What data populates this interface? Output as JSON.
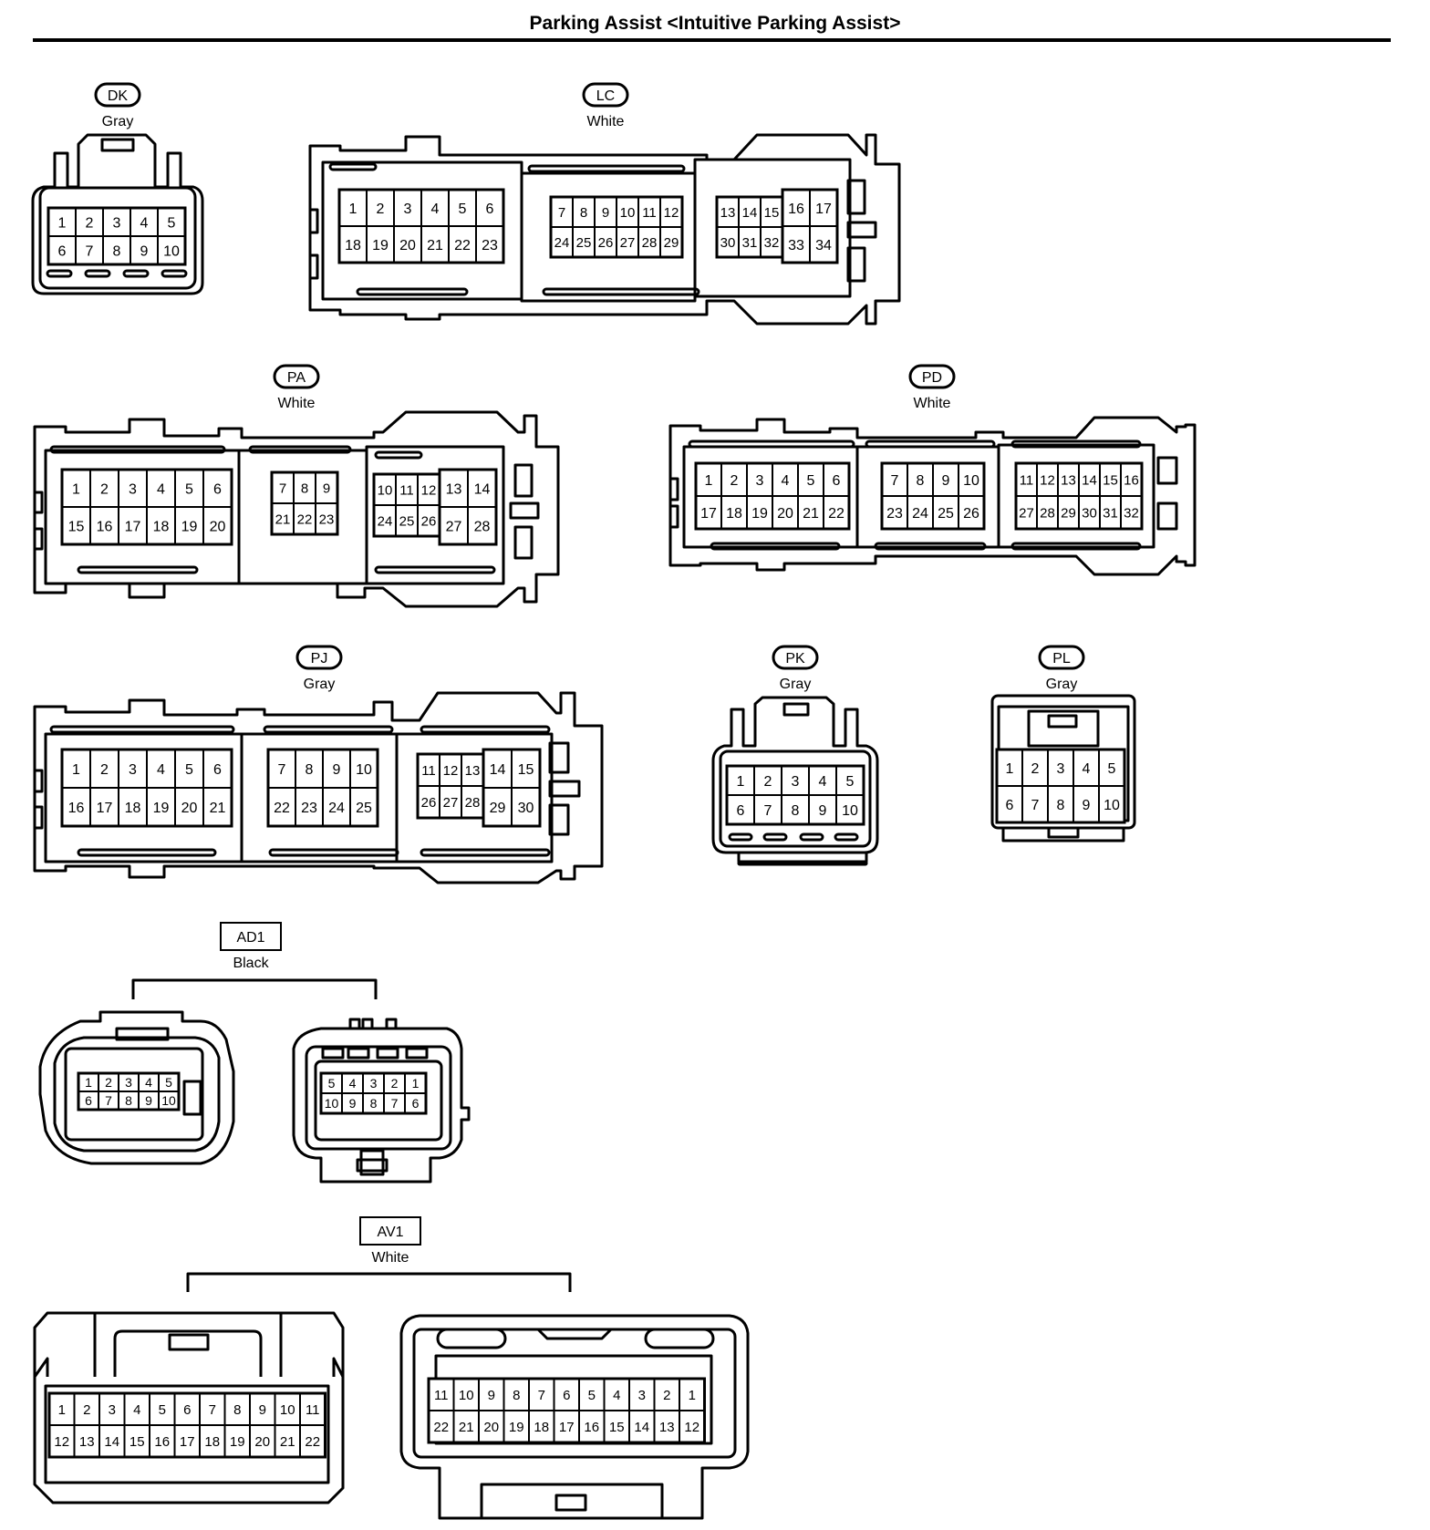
{
  "title": "Parking Assist <Intuitive Parking Assist>",
  "connectors": {
    "DK": {
      "code": "DK",
      "color": "Gray"
    },
    "LC": {
      "code": "LC",
      "color": "White"
    },
    "PA": {
      "code": "PA",
      "color": "White"
    },
    "PD": {
      "code": "PD",
      "color": "White"
    },
    "PJ": {
      "code": "PJ",
      "color": "Gray"
    },
    "PK": {
      "code": "PK",
      "color": "Gray"
    },
    "PL": {
      "code": "PL",
      "color": "Gray"
    },
    "AD1": {
      "code": "AD1",
      "color": "Black"
    },
    "AV1": {
      "code": "AV1",
      "color": "White"
    }
  },
  "pin_blocks": {
    "DK": [
      [
        "1",
        "2",
        "3",
        "4",
        "5"
      ],
      [
        "6",
        "7",
        "8",
        "9",
        "10"
      ]
    ],
    "LC_a": [
      [
        "1",
        "2",
        "3",
        "4",
        "5",
        "6"
      ],
      [
        "18",
        "19",
        "20",
        "21",
        "22",
        "23"
      ]
    ],
    "LC_b": [
      [
        "7",
        "8",
        "9",
        "10",
        "11",
        "12"
      ],
      [
        "24",
        "25",
        "26",
        "27",
        "28",
        "29"
      ]
    ],
    "LC_c": [
      [
        "13",
        "14",
        "15"
      ],
      [
        "30",
        "31",
        "32"
      ]
    ],
    "LC_d": [
      [
        "16",
        "17"
      ],
      [
        "33",
        "34"
      ]
    ],
    "PA_a": [
      [
        "1",
        "2",
        "3",
        "4",
        "5",
        "6"
      ],
      [
        "15",
        "16",
        "17",
        "18",
        "19",
        "20"
      ]
    ],
    "PA_b": [
      [
        "7",
        "8",
        "9"
      ],
      [
        "21",
        "22",
        "23"
      ]
    ],
    "PA_c": [
      [
        "10",
        "11",
        "12"
      ],
      [
        "24",
        "25",
        "26"
      ]
    ],
    "PA_d": [
      [
        "13",
        "14"
      ],
      [
        "27",
        "28"
      ]
    ],
    "PD_a": [
      [
        "1",
        "2",
        "3",
        "4",
        "5",
        "6"
      ],
      [
        "17",
        "18",
        "19",
        "20",
        "21",
        "22"
      ]
    ],
    "PD_b": [
      [
        "7",
        "8",
        "9",
        "10"
      ],
      [
        "23",
        "24",
        "25",
        "26"
      ]
    ],
    "PD_c": [
      [
        "11",
        "12",
        "13",
        "14",
        "15",
        "16"
      ],
      [
        "27",
        "28",
        "29",
        "30",
        "31",
        "32"
      ]
    ],
    "PJ_a": [
      [
        "1",
        "2",
        "3",
        "4",
        "5",
        "6"
      ],
      [
        "16",
        "17",
        "18",
        "19",
        "20",
        "21"
      ]
    ],
    "PJ_b": [
      [
        "7",
        "8",
        "9",
        "10"
      ],
      [
        "22",
        "23",
        "24",
        "25"
      ]
    ],
    "PJ_c": [
      [
        "11",
        "12",
        "13"
      ],
      [
        "26",
        "27",
        "28"
      ]
    ],
    "PJ_d": [
      [
        "14",
        "15"
      ],
      [
        "29",
        "30"
      ]
    ],
    "PK": [
      [
        "1",
        "2",
        "3",
        "4",
        "5"
      ],
      [
        "6",
        "7",
        "8",
        "9",
        "10"
      ]
    ],
    "PL": [
      [
        "1",
        "2",
        "3",
        "4",
        "5"
      ],
      [
        "6",
        "7",
        "8",
        "9",
        "10"
      ]
    ],
    "AD1_a": [
      [
        "1",
        "2",
        "3",
        "4",
        "5"
      ],
      [
        "6",
        "7",
        "8",
        "9",
        "10"
      ]
    ],
    "AD1_b": [
      [
        "5",
        "4",
        "3",
        "2",
        "1"
      ],
      [
        "10",
        "9",
        "8",
        "7",
        "6"
      ]
    ],
    "AV1_a": [
      [
        "1",
        "2",
        "3",
        "4",
        "5",
        "6",
        "7",
        "8",
        "9",
        "10",
        "11"
      ],
      [
        "12",
        "13",
        "14",
        "15",
        "16",
        "17",
        "18",
        "19",
        "20",
        "21",
        "22"
      ]
    ],
    "AV1_b": [
      [
        "11",
        "10",
        "9",
        "8",
        "7",
        "6",
        "5",
        "4",
        "3",
        "2",
        "1"
      ],
      [
        "22",
        "21",
        "20",
        "19",
        "18",
        "17",
        "16",
        "15",
        "14",
        "13",
        "12"
      ]
    ]
  }
}
